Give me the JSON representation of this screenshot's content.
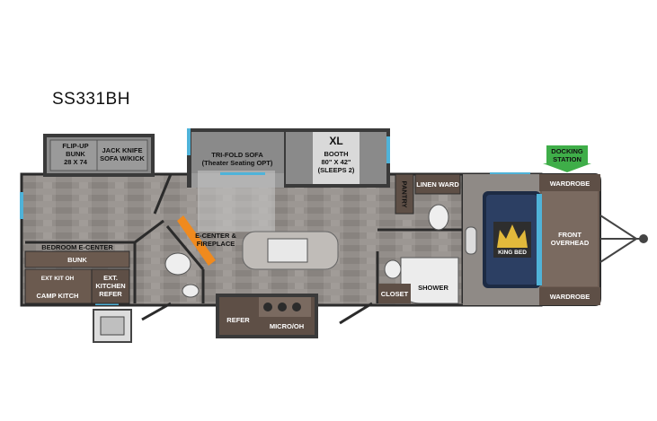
{
  "model": "SS331BH",
  "labels": {
    "flip_up_bunk": "FLIP-UP\nBUNK\n28 X 74",
    "jack_knife": "JACK KNIFE\nSOFA W/KICK",
    "tri_fold_sofa": "TRI-FOLD SOFA\n(Theater Seating OPT)",
    "xl": "XL",
    "booth": "BOOTH\n80\" X 42\"\n(SLEEPS 2)",
    "docking_station": "DOCKING\nSTATION",
    "pantry": "PANTRY",
    "linen_ward": "LINEN WARD",
    "wardrobe_top": "WARDROBE",
    "wardrobe_bottom": "WARDROBE",
    "front_overhead": "FRONT\nOVERHEAD",
    "king_bed": "KING BED",
    "bedroom_ecenter": "BEDROOM E-CENTER",
    "bunk": "BUNK",
    "ext_kit_oh": "EXT KIT OH",
    "camp_kitch": "CAMP KITCH",
    "ext_kitchen_refer": "EXT.\nKITCHEN\nREFER",
    "ecenter_fireplace": "E-CENTER &\nFIREPLACE",
    "shower": "SHOWER",
    "closet": "CLOSET",
    "refer": "REFER",
    "micro_oh": "MICRO/OH"
  },
  "colors": {
    "floor": "#8f8a86",
    "wall": "#2b2b2b",
    "sofa": "#8a8a8a",
    "wood": "#6b5a4f",
    "bedframe": "#1d2b44",
    "window": "#4fb3d9",
    "docking_green": "#3fae49",
    "fireplace_orange": "#f08a1e"
  }
}
